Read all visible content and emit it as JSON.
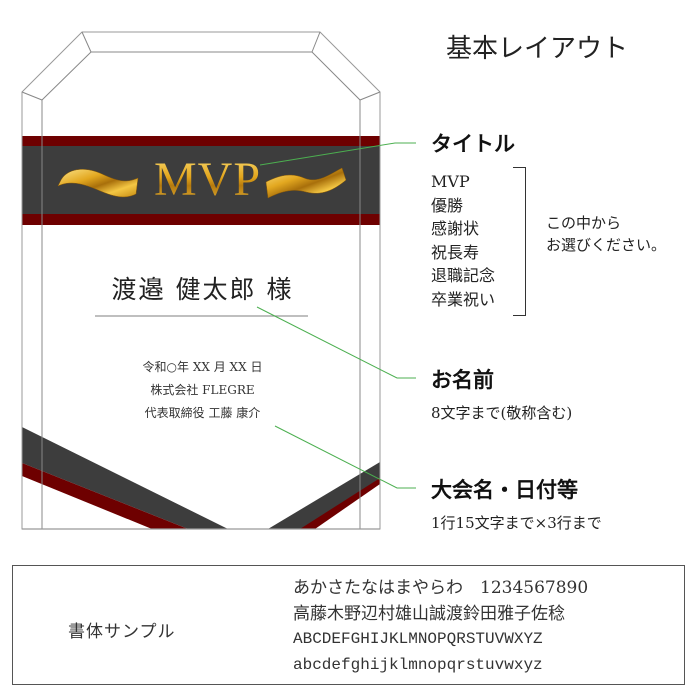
{
  "header": {
    "title": "基本レイアウト"
  },
  "plaque": {
    "title_text": "MVP",
    "recipient_name": "渡邉 健太郎 様",
    "details_lines": [
      "令和○年 XX 月 XX 日",
      "株式会社 FLEGRE",
      "代表取締役 工藤 康介"
    ],
    "colors": {
      "band_dark": "#3d3d3d",
      "band_red": "#6e0000",
      "gold": "#d9a01a",
      "outline": "#888888",
      "connector": "#4caf50"
    }
  },
  "annotations": {
    "title": {
      "heading": "タイトル",
      "options": [
        "MVP",
        "優勝",
        "感謝状",
        "祝長寿",
        "退職記念",
        "卒業祝い"
      ],
      "note_lines": [
        "この中から",
        "お選びください。"
      ]
    },
    "name": {
      "heading": "お名前",
      "note": "8文字まで(敬称含む)"
    },
    "event": {
      "heading": "大会名・日付等",
      "note": "1行15文字まで×3行まで"
    }
  },
  "font_sample": {
    "label": "書体サンプル",
    "lines": [
      "あかさたなはまやらわ　1234567890",
      "高藤木野辺村雄山誠渡鈴田雅子佐稔",
      "ABCDEFGHIJKLMNOPQRSTUVWXYZ",
      "abcdefghijklmnopqrstuvwxyz"
    ]
  }
}
